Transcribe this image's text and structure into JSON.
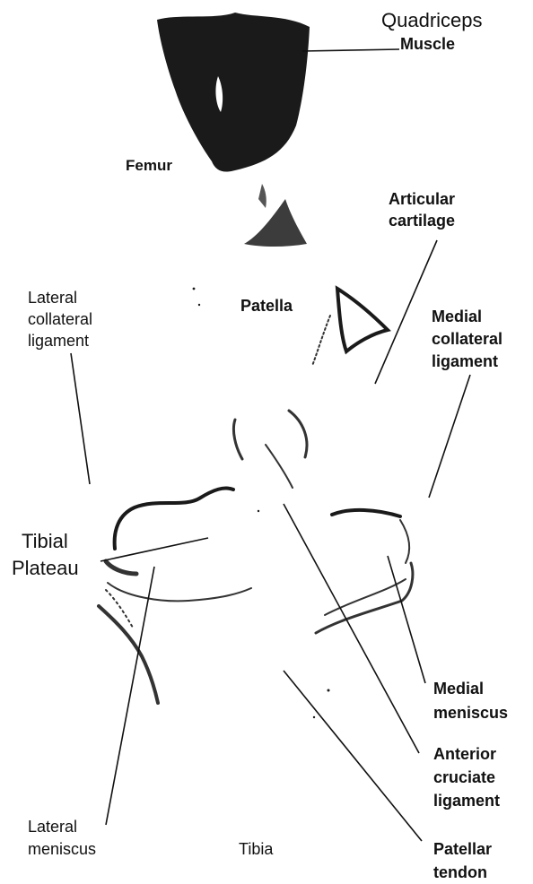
{
  "labels": {
    "quadriceps": [
      "Quadriceps",
      "Muscle"
    ],
    "femur": [
      "Femur"
    ],
    "articular_cartilage": [
      "Articular",
      "cartilage"
    ],
    "lateral_collateral_ligament": [
      "Lateral",
      "collateral",
      "ligament"
    ],
    "patella": [
      "Patella"
    ],
    "medial_collateral_ligament": [
      "Medial",
      "collateral",
      "ligament"
    ],
    "tibial_plateau": [
      "Tibial",
      "Plateau"
    ],
    "medial_meniscus": [
      "Medial",
      "meniscus"
    ],
    "anterior_cruciate_ligament": [
      "Anterior",
      "cruciate",
      "ligament"
    ],
    "lateral_meniscus": [
      "Lateral",
      "meniscus"
    ],
    "tibia": [
      "Tibia"
    ],
    "patellar_tendon": [
      "Patellar",
      "tendon"
    ]
  }
}
